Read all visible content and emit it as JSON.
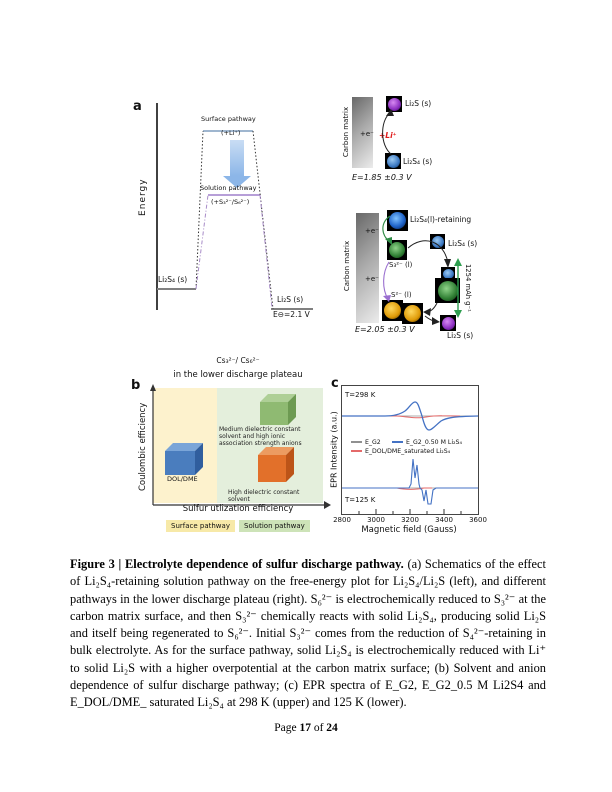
{
  "colors": {
    "lithium_red": "#e01b1b",
    "blue_curve": "#4472c4",
    "red_curve": "#e46a6a",
    "gray_curve": "#909090",
    "surface_region_yellow": "#fdf2cd",
    "solution_region_green": "#e4efdc",
    "purple_pathway": "#a98cd6",
    "green_capacity_arrow": "#2e9e4f",
    "blue_cube": "#4a7dbe",
    "green_cube": "#8fba72",
    "orange_cube": "#e2702a"
  },
  "panel_a": {
    "label": "a",
    "energy_axis": "Energy",
    "surface_pathway": "Surface pathway",
    "surface_note": "(+Li⁺)",
    "solution_pathway": "Solution pathway",
    "solution_note": "(+S₃²⁻/S₆²⁻)",
    "reactant": "Li₂S₄ (s)",
    "product": "Li₂S (s)",
    "standard_potential": "E⊖=2.1 V",
    "scheme1": {
      "carbon_matrix": "Carbon matrix",
      "electron": "+e⁻",
      "lithium_ion": "+Li⁺",
      "product": "Li₂S (s)",
      "reactant": "Li₂S₄ (s)",
      "potential": "E=1.85 ±0.3 V"
    },
    "scheme2": {
      "carbon_matrix": "Carbon matrix",
      "electron_top": "+e⁻",
      "electron_bottom": "+e⁻",
      "retaining": "Li₂S₄(l)-retaining",
      "s3_species": "S₃²⁻ (l)",
      "s2_species": "S²⁻ (l)",
      "li2s4_solid": "Li₂S₄ (s)",
      "capacity": "1254 mAh g⁻¹",
      "li2s_solid": "Li₂S (s)",
      "potential": "E=2.05 ±0.3 V"
    }
  },
  "panel_b": {
    "label": "b",
    "title_ratio": "Cs₃²⁻/ Cs₆²⁻",
    "title_sub": "in the lower discharge plateau",
    "y_axis": "Coulombic efficiency",
    "x_axis": "Sulfur utlization efficiency",
    "blue_cube_label": "DOL/DME",
    "green_cube_note": "Medium dielectric constant solvent and high ionic association strength anions",
    "orange_cube_note": "High dielectric constant solvent",
    "legend_surface": "Surface pathway",
    "legend_solution": "Solution pathway"
  },
  "panel_c": {
    "label": "c",
    "temp_top": "T=298 K",
    "temp_bottom": "T=125 K",
    "legend": [
      {
        "name": "E_G2"
      },
      {
        "name": "E_G2_0.50 M Li₂S₄"
      },
      {
        "name": "E_DOL/DME_saturated Li₂S₄"
      }
    ],
    "x_ticks": [
      "2800",
      "3000",
      "3200",
      "3400",
      "3600"
    ],
    "x_axis": "Magnetic field (Gauss)",
    "y_axis": "EPR Intensity (a.u.)"
  },
  "chart_data": {
    "type": "line",
    "title": "EPR spectra of electrolytes",
    "xlabel": "Magnetic field (Gauss)",
    "ylabel": "EPR Intensity (a.u.)",
    "xlim": [
      2800,
      3600
    ],
    "x_ticks": [
      2800,
      3000,
      3200,
      3400,
      3600
    ],
    "legend_position": "center",
    "panels": [
      {
        "temperature_label": "T=298 K",
        "series": [
          {
            "name": "E_G2",
            "color": "#909090",
            "shape": "flat baseline"
          },
          {
            "name": "E_G2_0.50 M Li₂S₄",
            "color": "#4472c4",
            "shape": "broad derivative signal, maximum near 3245 G, zero-cross near 3270 G, minimum near 3310 G"
          },
          {
            "name": "E_DOL/DME_saturated Li₂S₄",
            "color": "#e46a6a",
            "shape": "near-flat weak signal between 3100 and 3400 G"
          }
        ]
      },
      {
        "temperature_label": "T=125 K",
        "series": [
          {
            "name": "E_G2",
            "color": "#909090",
            "shape": "flat baseline"
          },
          {
            "name": "E_G2_0.50 M Li₂S₄",
            "color": "#4472c4",
            "shape": "sharp hyperfine multiplet, upward spikes near 3240 and 3260 G, downward spikes near 3300 and 3330 G"
          },
          {
            "name": "E_DOL/DME_saturated Li₂S₄",
            "color": "#e46a6a",
            "shape": "weak broad feature between 3220 and 3320 G"
          }
        ]
      }
    ]
  },
  "caption": {
    "bold": "Figure 3 | Electrolyte dependence of sulfur discharge pathway.",
    "body": " (a) Schematics of the effect of Li₂S₄-retaining solution pathway on the free-energy plot for Li₂S₄/Li₂S (left), and different pathways in the lower discharge plateau (right). S₆²⁻ is electrochemically reduced to S₃²⁻ at the carbon matrix surface, and then S₃²⁻ chemically reacts with solid Li₂S₄, producing solid Li₂S and itself being regenerated to S₆²⁻. Initial S₃²⁻ comes from the reduction of S₄²⁻-retaining in bulk electrolyte. As for the surface pathway, solid Li₂S₄ is electrochemically reduced with Li⁺ to solid Li₂S with a higher overpotential at the carbon matrix surface; (b) Solvent and anion dependence of sulfur discharge pathway; (c) EPR spectra of E_G2, E_G2_0.5 M Li2S4 and E_DOL/DME_ saturated Li₂S₄ at 298 K (upper) and 125 K (lower)."
  },
  "footer": {
    "page_word": "Page",
    "current": "17",
    "of_word": "of",
    "total": "24"
  }
}
